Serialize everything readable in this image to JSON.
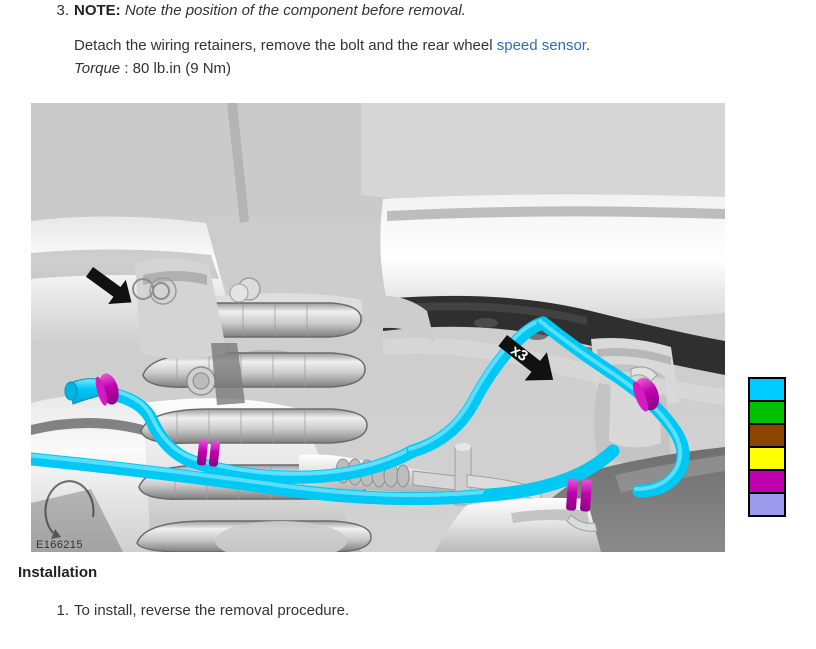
{
  "document": {
    "step_note": {
      "number": "3.",
      "label": "NOTE:",
      "text": "Note the position of the component before removal."
    },
    "step_body": {
      "line1_pre": "Detach the wiring retainers, remove the bolt and the rear wheel ",
      "link_text": "speed sensor",
      "line1_post": ".",
      "torque_label": "Torque",
      "torque_sep": " : ",
      "torque_value": "80 lb.in (9 Nm)"
    },
    "figure": {
      "id": "E166215",
      "callouts": [
        {
          "name": "arrow-left",
          "label": ""
        },
        {
          "name": "arrow-x3",
          "label": "x3"
        }
      ],
      "alt": "Rear suspension underside view with coil spring, wiring harness highlighted cyan and retainer clips highlighted magenta"
    },
    "legend": {
      "swatches": [
        {
          "name": "cyan",
          "color": "#00ccff"
        },
        {
          "name": "green",
          "color": "#00c000"
        },
        {
          "name": "brown",
          "color": "#8b4500"
        },
        {
          "name": "yellow",
          "color": "#ffff00"
        },
        {
          "name": "magenta",
          "color": "#c000b0"
        },
        {
          "name": "light-purple",
          "color": "#9b9bee"
        }
      ]
    },
    "installation": {
      "heading": "Installation",
      "step_number": "1.",
      "step_text": "To install, reverse the removal procedure."
    },
    "colors": {
      "link": "#2f6db4",
      "text": "#333333",
      "highlight_cyan": "#00ccff",
      "highlight_magenta": "#c000b0"
    }
  }
}
